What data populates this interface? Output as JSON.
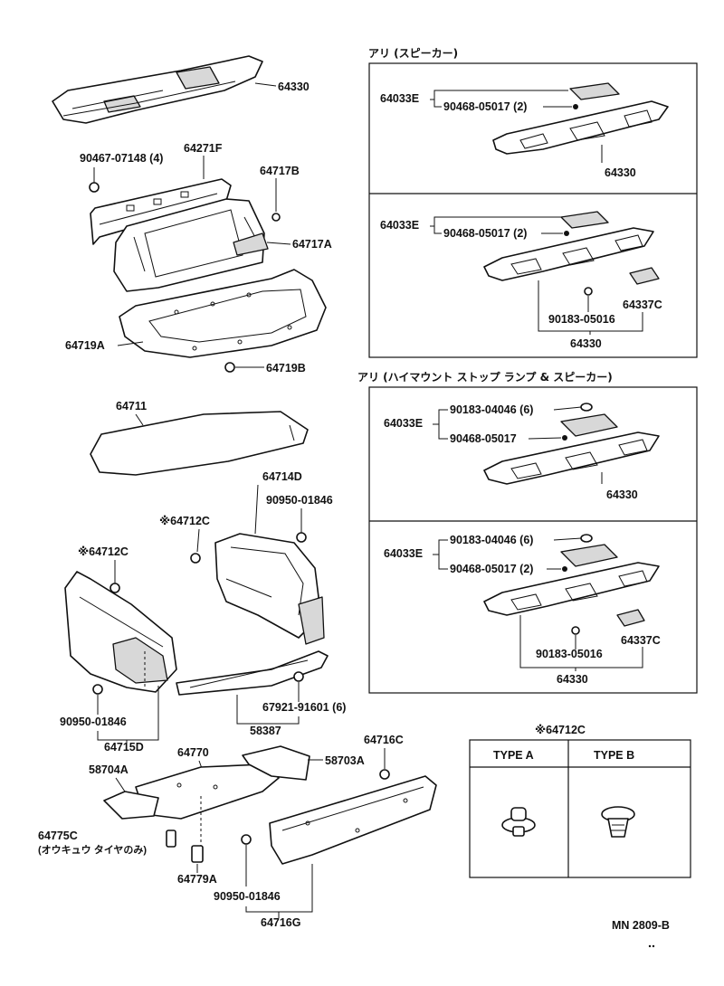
{
  "variant_titles": {
    "speaker": "アリ (スピーカー)",
    "highmount_speaker": "アリ (ハイマウント ストップ ランプ & スピーカー)"
  },
  "parts": {
    "p64330": "64330",
    "p90467": "90467-07148 (4)",
    "p64271F": "64271F",
    "p64717B": "64717B",
    "p64717A": "64717A",
    "p64719A": "64719A",
    "p64719B": "64719B",
    "p64711": "64711",
    "p64714D": "64714D",
    "p90950_top": "90950-01846",
    "p64712C_a": "※64712C",
    "p64712C_b": "※64712C",
    "p90950_left": "90950-01846",
    "p64715D": "64715D",
    "p67921": "67921-91601 (6)",
    "p58387": "58387",
    "p64770": "64770",
    "p58703A": "58703A",
    "p58704A": "58704A",
    "p64716C": "64716C",
    "p64775C": "64775C",
    "p64775C_note": "(オウキュウ タイヤのみ)",
    "p64779A": "64779A",
    "p90950_bottom": "90950-01846",
    "p64716G": "64716G"
  },
  "box1": {
    "p64033E": "64033E",
    "p90468": "90468-05017 (2)",
    "p64330": "64330"
  },
  "box2": {
    "p64033E": "64033E",
    "p90468": "90468-05017 (2)",
    "p64337C": "64337C",
    "p90183": "90183-05016",
    "p64330": "64330"
  },
  "box3": {
    "p64033E": "64033E",
    "p90183_04046": "90183-04046 (6)",
    "p90468": "90468-05017",
    "p64330": "64330"
  },
  "box4": {
    "p64033E": "64033E",
    "p90183_04046": "90183-04046 (6)",
    "p90468": "90468-05017 (2)",
    "p64337C": "64337C",
    "p90183_05016": "90183-05016",
    "p64330": "64330"
  },
  "type_table": {
    "title": "※64712C",
    "type_a": "TYPE A",
    "type_b": "TYPE B"
  },
  "drawing_code": "MN 2809-B",
  "icons": [
    "clip-type-a-icon",
    "clip-type-b-icon",
    "bolt-icon",
    "clip-icon"
  ]
}
